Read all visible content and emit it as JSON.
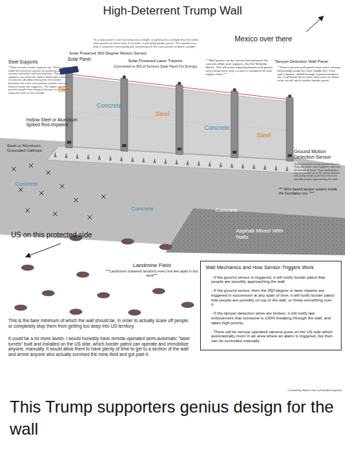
{
  "diagram": {
    "title": "High-Deterrent Trump Wall",
    "caption": "This Trump supporters genius design for the wall",
    "nodes": [
      {
        "text": [
          "Wall Mechanics and How Sensor-Triggers Work",
          "- If the ground sensor is triggered, it will notify border patrol that people are possibly approaching the wall.",
          "- If the ground sensor, then the 360-degree or laser tripwire are triggered in succession at any span of time, it will notify border patrol that people are possibly on top of the wall, or threw something over it.",
          "- If the tamper-detection wires are broken, it will notify law enforcement that someone is 100% breaking through the wall, and takes high priority.",
          "- There will be remote operated camera posts on the US side which automatically zoom in an area where an alarm is triggered, but then can be controlled manually."
        ]
      }
    ],
    "labels": [
      "Mexico over there",
      "Solar Panel",
      "*If a solar panel is not receiving any sunlight, or getting less sunlight than the other solar panels for more than 3 seconds, it will notify border patrol. This would occur only if someone intentionally put something on the solar panels to block sunlight.",
      "Solar Powered 360 Degree Motion Sensor",
      "Steel Supports",
      "**Solar sensors inside supports too. These supports holds the electrical system for powering all the sensors and other wall mechanisms. These supports can either be solid or filled with a mixture of concrete. A rubber lining lines the insides (between the outer steel plating and the concrete mixture inside the supports). The rubber would prevent people from trying to fry any circuit boards using the steel on the outside.",
      "Solar Powered Laser Tripwire",
      "(Connected to 360 of Sensors Solar Panel For Energy)",
      "***Wall panels can be slid out from between the concrete-filled steel supports, like the Nintendo Switch. This will make replacing broken wall panels very cheap since only a crane is needed to lift and replace them.***",
      "Tamper-Detection Wall Panel",
      "**These concrete wall panels have wires running horizontally inside the inner middle of it. If the wall is broken, drilled through, hammered down, etc. it will break these wires and cause an alarm to be set off, which notifies border patrol.",
      "Hollow Steel or Aluminum Spiked Rod-Impalers",
      "Steel or Aluminum Grounded Caltrops",
      "Ground Motion Detection Sensor",
      "These would be facing towards Mexico. They are within steel supports, and near the bottom of them. They would detect any movement up to 44 ceiling ad pack and notify border patrol that there are possibly people approaching the wall.",
      "*** Wire-based tamper system inside the foundation too. ***",
      "Asphalt Mixed With Nails",
      "US on this protected side",
      "Landmine Field",
      "***Landmines scattered randomly every few feet apart in this area***",
      "This is the bare minimum of which the wall should be, in order to actually scare off people, or completely stop them from getting too deep into US territory.",
      "It could be a lot more lavish. I would honestly have remote-operated semi-automatic \"taser turrets\" built and installed on the US side, which border patrol can operate and immobilize anyone, manually. It would allow them to have plenty of time to get to a section of the wall and arrest anyone who actually survived the mine-field and got past it.",
      "Created by Noko-chan (u/hakobreckyashi)",
      "Steel",
      "Concrete",
      "Steel",
      "Concrete",
      "Steel",
      "Concrete",
      "Concrete",
      "Concrete"
    ]
  }
}
